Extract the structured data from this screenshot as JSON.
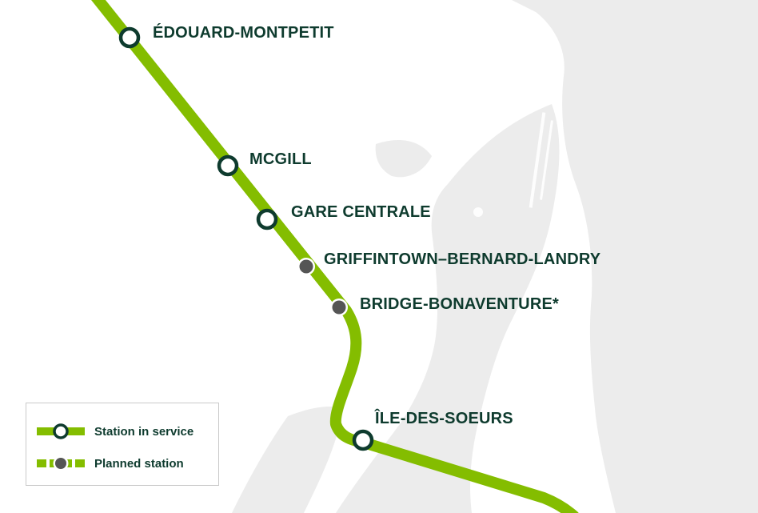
{
  "map": {
    "stations": [
      {
        "id": "edouard-montpetit",
        "name": "ÉDOUARD-MONTPETIT",
        "status": "in_service"
      },
      {
        "id": "mcgill",
        "name": "MCGILL",
        "status": "in_service"
      },
      {
        "id": "gare-centrale",
        "name": "GARE CENTRALE",
        "status": "in_service"
      },
      {
        "id": "griffintown",
        "name": "GRIFFINTOWN–BERNARD-LANDRY",
        "status": "planned"
      },
      {
        "id": "bridge-bonaventure",
        "name": "BRIDGE-BONAVENTURE*",
        "status": "planned"
      },
      {
        "id": "ile-des-soeurs",
        "name": "ÎLE-DES-SOEURS",
        "status": "in_service"
      }
    ]
  },
  "legend": {
    "in_service_label": "Station in service",
    "planned_label": "Planned station"
  },
  "colors": {
    "line": "#84bd00",
    "station_ring": "#0e3b2e",
    "planned_dot": "#555555",
    "land": "#ececec",
    "text": "#0e3b2e"
  }
}
